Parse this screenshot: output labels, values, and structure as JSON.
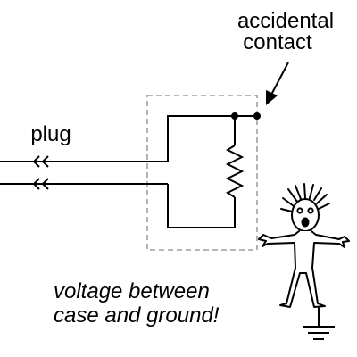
{
  "labels": {
    "plug": "plug",
    "accidental_line1": "accidental",
    "accidental_line2": "contact",
    "caption_line1": "voltage between",
    "caption_line2": "case and ground!"
  },
  "colors": {
    "line": "#000000",
    "case_outline": "#a0a0a0",
    "background": "#ffffff"
  }
}
